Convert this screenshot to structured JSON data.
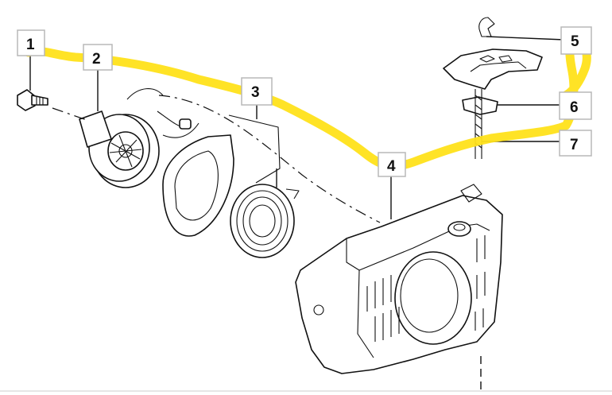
{
  "diagram": {
    "callouts": [
      {
        "id": "1",
        "label": "1"
      },
      {
        "id": "2",
        "label": "2"
      },
      {
        "id": "3",
        "label": "3"
      },
      {
        "id": "4",
        "label": "4"
      },
      {
        "id": "5",
        "label": "5"
      },
      {
        "id": "6",
        "label": "6"
      },
      {
        "id": "7",
        "label": "7"
      }
    ],
    "highlight_color": "#ffe11a",
    "line_color": "#111111"
  }
}
